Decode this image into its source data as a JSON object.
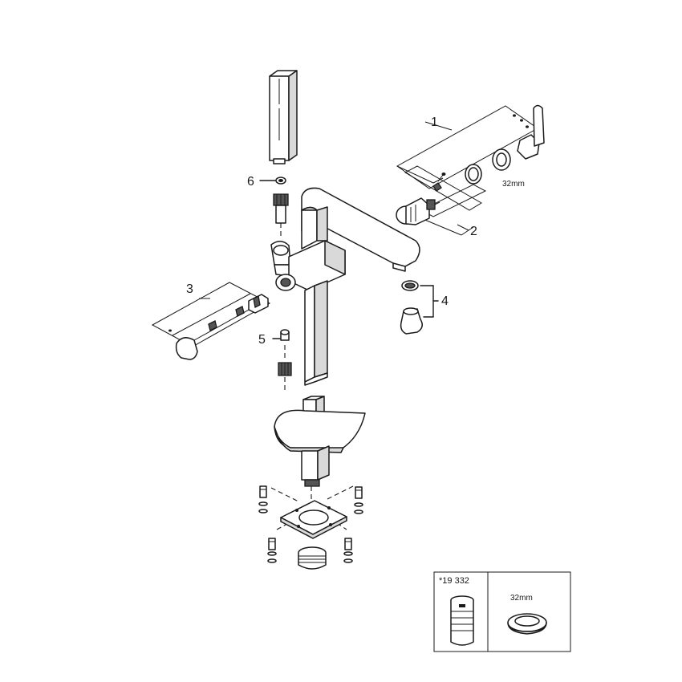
{
  "callouts": {
    "c1": "1",
    "c2": "2",
    "c3": "3",
    "c4": "4",
    "c5": "5",
    "c6": "6"
  },
  "dimension_label": "32mm",
  "inset": {
    "part_number": "*19 332",
    "dimension_label": "32mm"
  }
}
